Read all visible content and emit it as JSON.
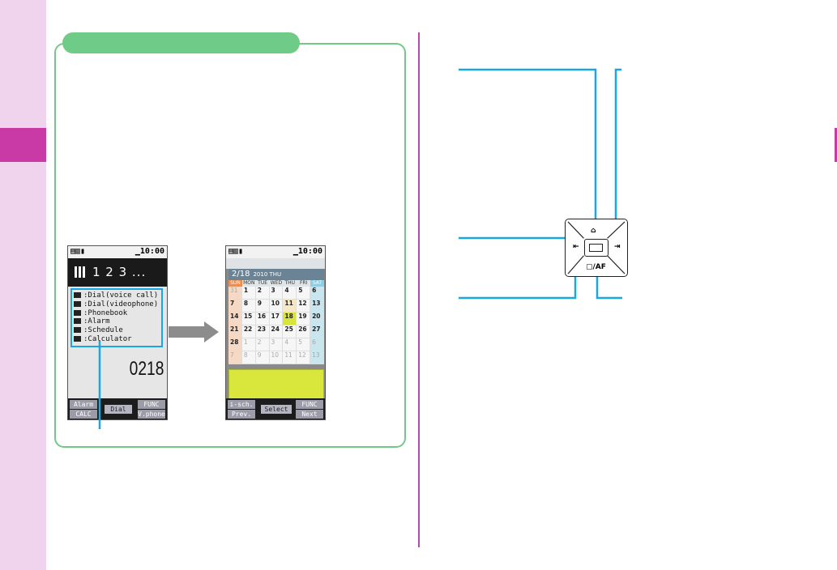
{
  "phone1": {
    "status_left": "▤▥▮",
    "status_right": "▁10:00",
    "header_text": "1 2 3 ...",
    "menu_items": [
      ":Dial(voice call)",
      ":Dial(videophone)",
      ":Phonebook",
      ":Alarm",
      ":Schedule",
      ":Calculator"
    ],
    "dialed_digits": "0218",
    "softkeys": {
      "top_left": "Alarm",
      "top_right": "FUNC",
      "bottom_left": "CALC",
      "bottom_right": "V.phone",
      "center": "Dial"
    }
  },
  "phone2": {
    "status_left": "▤▥▮",
    "status_right": "▁10:00",
    "date": "2/18",
    "date_sub": "2010 THU",
    "weekdays": [
      "SUN",
      "MON",
      "TUE",
      "WED",
      "THU",
      "FRI",
      "SAT"
    ],
    "weeks": [
      [
        "31",
        "1",
        "2",
        "3",
        "4",
        "5",
        "6"
      ],
      [
        "7",
        "8",
        "9",
        "10",
        "11",
        "12",
        "13"
      ],
      [
        "14",
        "15",
        "16",
        "17",
        "18",
        "19",
        "20"
      ],
      [
        "21",
        "22",
        "23",
        "24",
        "25",
        "26",
        "27"
      ],
      [
        "28",
        "1",
        "2",
        "3",
        "4",
        "5",
        "6"
      ],
      [
        "7",
        "8",
        "9",
        "10",
        "11",
        "12",
        "13"
      ]
    ],
    "softkeys": {
      "top_left": "i-sch.",
      "top_right": "FUNC",
      "bottom_left": "Prev.",
      "bottom_right": "Next",
      "center": "Select"
    }
  },
  "key": {
    "top_symbol": "⌂",
    "left_symbol": "⇤",
    "right_symbol": "⇥",
    "bottom_symbol": "▢/AF"
  },
  "colors": {
    "sidebar": "#f0d3ec",
    "sidebar_tab": "#c93aa6",
    "box_border": "#72c987",
    "callout_line": "#1aa7e0",
    "divider": "#b24ea9"
  }
}
